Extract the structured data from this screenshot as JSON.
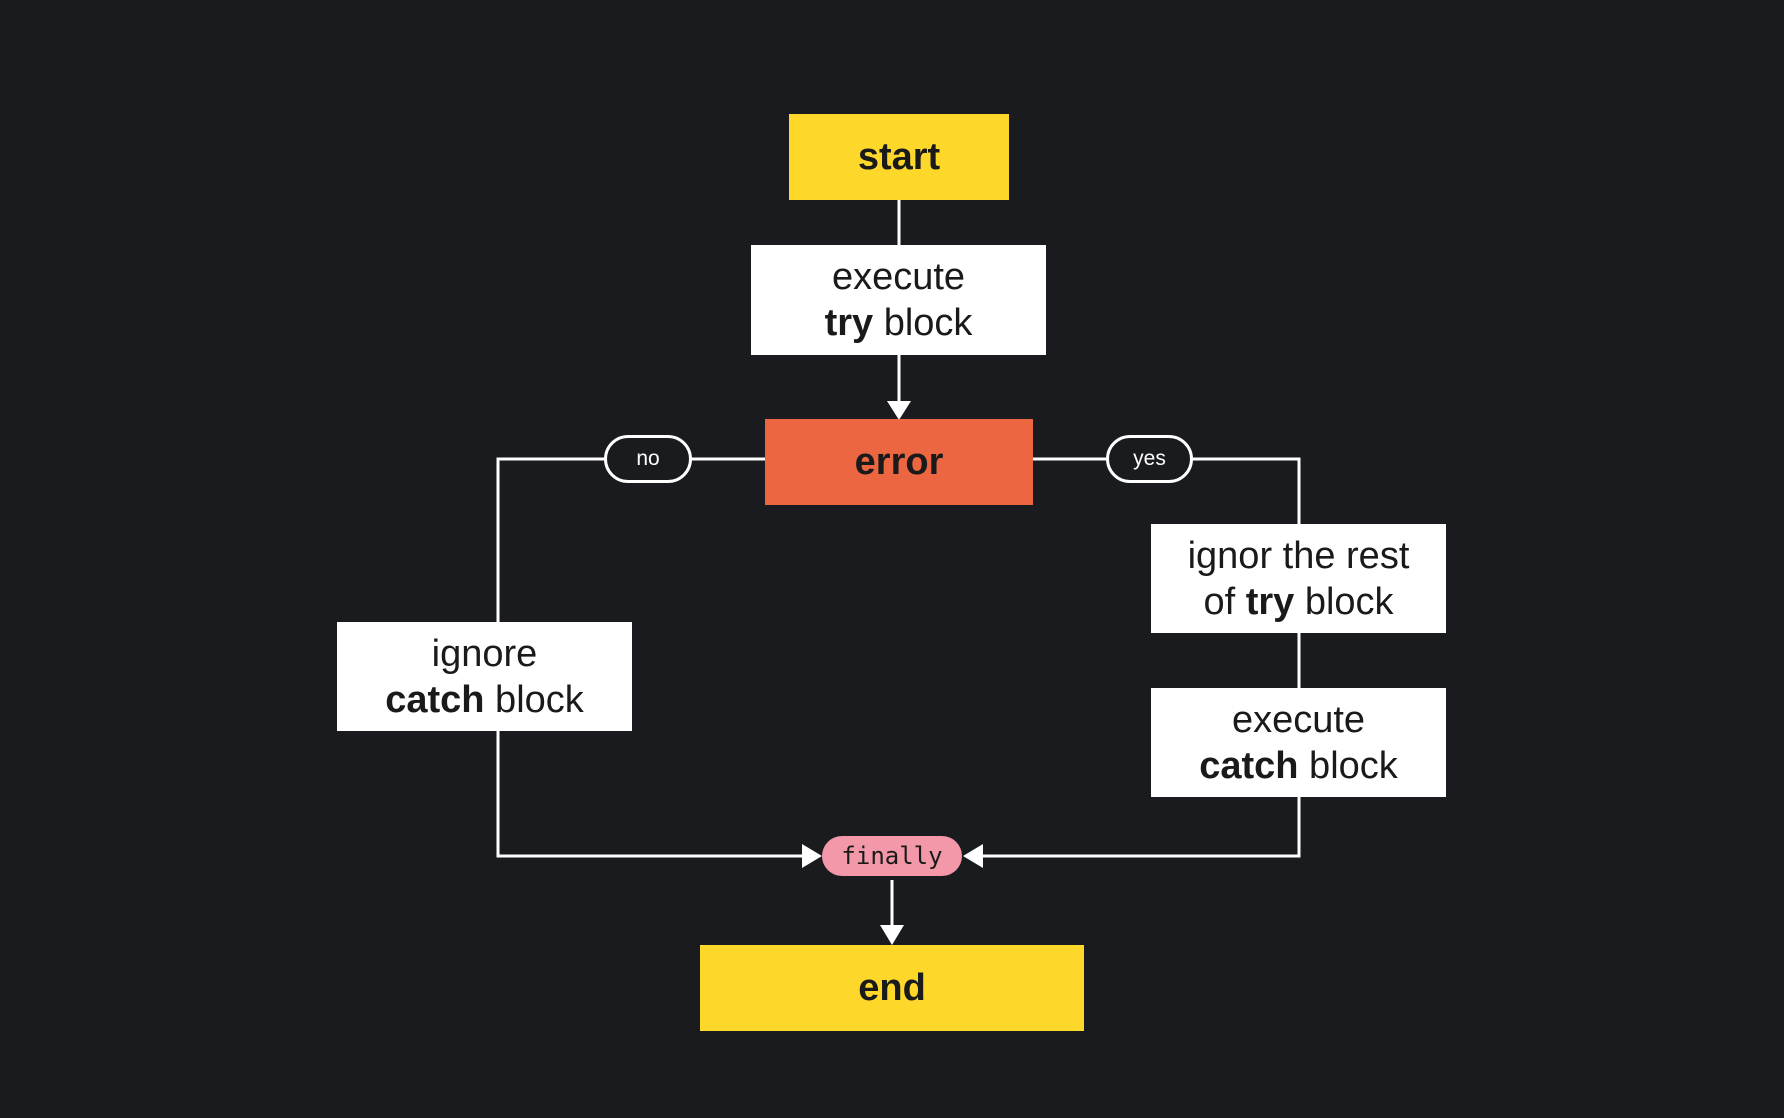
{
  "nodes": {
    "start": "start",
    "execute_try": {
      "line1": "execute",
      "bold": "try",
      "rest": " block"
    },
    "error": "error",
    "ignore_catch": {
      "line1": "ignore",
      "bold": "catch",
      "rest": " block"
    },
    "ignore_rest": {
      "line1": "ignor the rest",
      "pre": "of ",
      "bold": "try",
      "rest": " block"
    },
    "execute_catch": {
      "line1": "execute",
      "bold": "catch",
      "rest": " block"
    },
    "finally": "finally",
    "end": "end"
  },
  "branches": {
    "no": "no",
    "yes": "yes"
  },
  "colors": {
    "background": "#1a1b1f",
    "terminal": "#fdd82b",
    "error": "#eb6641",
    "step": "#ffffff",
    "finally": "#f398a8",
    "edge": "#ffffff"
  }
}
